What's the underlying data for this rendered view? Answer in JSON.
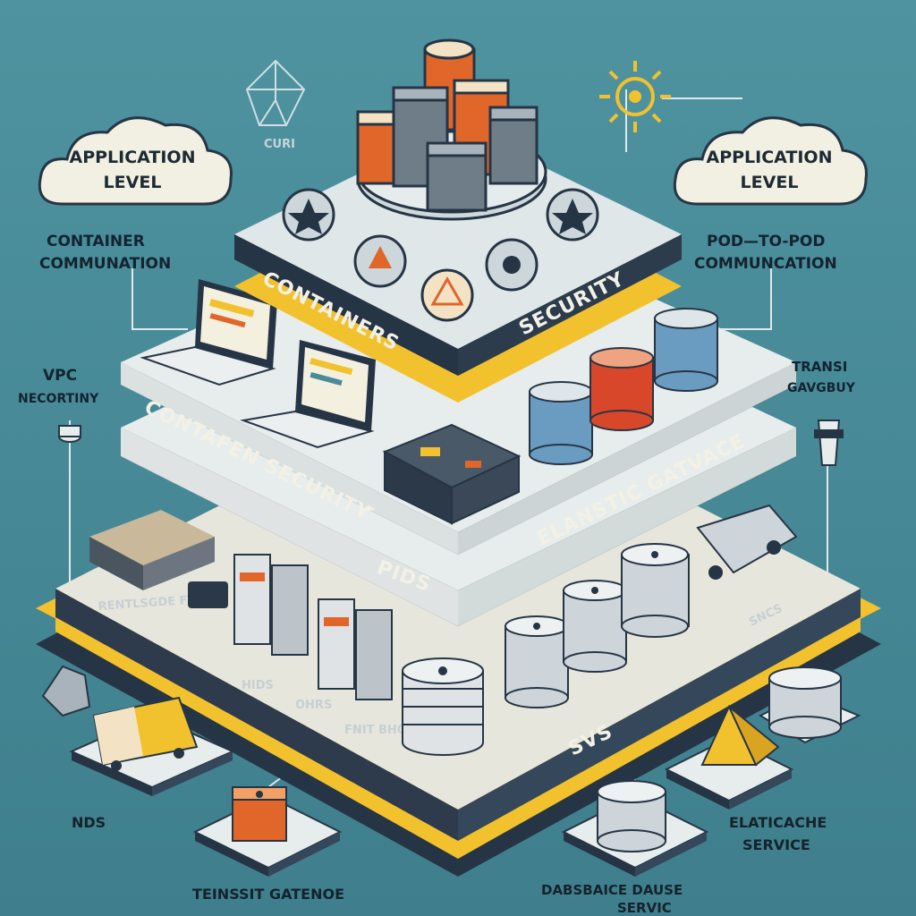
{
  "clouds": {
    "left": {
      "line1": "APPLICATION",
      "line2": "LEVEL"
    },
    "right": {
      "line1": "APPLICATION",
      "line2": "LEVEL"
    }
  },
  "labels": {
    "top_small": "CURI",
    "container_comm_1": "CONTAINER",
    "container_comm_2": "COMMUNATION",
    "pod_comm_1": "POD—TO-POD",
    "pod_comm_2": "COMMUNCATION",
    "vpc_1": "VPC",
    "vpc_2": "NECORTINY",
    "transit_right_1": "TRANSI",
    "transit_right_2": "GAVGBUY",
    "nds": "NDS",
    "transit_bottom": "TEINSSIT GATENOE",
    "database_1": "DABSBAICE DAUSE",
    "database_2": "SERVIC",
    "elasticache_1": "ELATICACHE",
    "elasticache_2": "SERVICE"
  },
  "bands": {
    "containers": "CONTAINERS",
    "security": "SECURITY",
    "container_security": "CONTAFEN SECURITY",
    "dash": "–",
    "pids": "PIDS",
    "elastic": "ELANSTIC GATVACE",
    "bottom_left_strip": "RENTLSGDE FTUDS",
    "sncs": "SNCS",
    "hids": "HIDS",
    "ohrs": "OHRS",
    "fnit": "FNIT BHOWS",
    "svs": "SVS"
  },
  "colors": {
    "background": "#4a8b98",
    "tier_light": "#dfe7e8",
    "tier_dark": "#263545",
    "accent_yellow": "#f2c12e",
    "accent_orange": "#e0662a",
    "accent_red": "#d9472b"
  }
}
